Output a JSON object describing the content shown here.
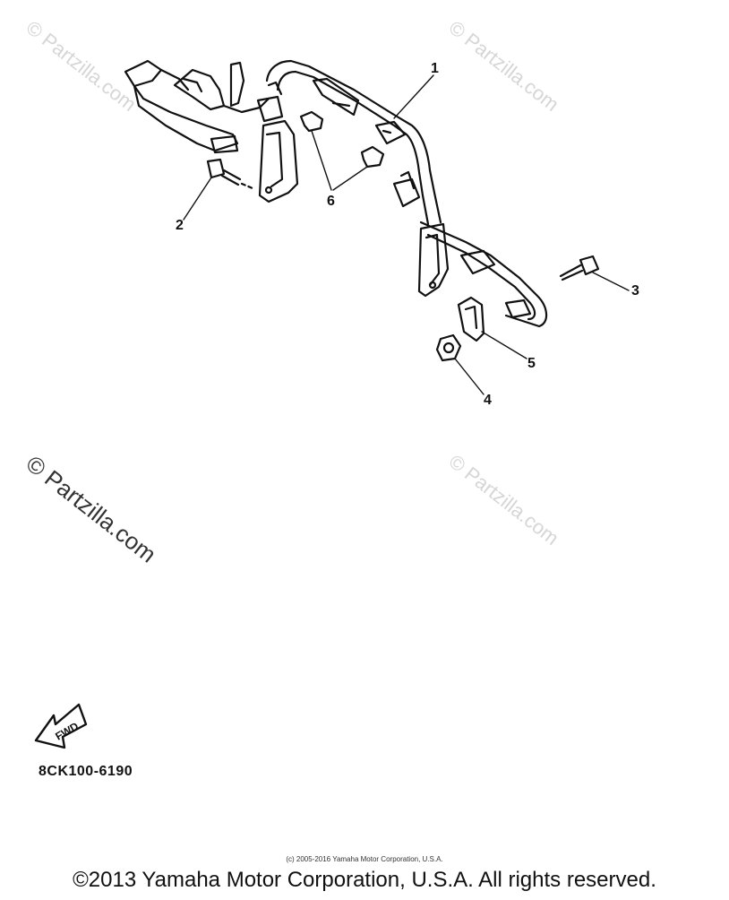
{
  "watermarks": {
    "top_left": "© Partzilla.com",
    "top_right": "© Partzilla.com",
    "mid_left": "© Partzilla.com",
    "mid_right": "© Partzilla.com"
  },
  "callouts": {
    "c1": "1",
    "c2": "2",
    "c3": "3",
    "c4": "4",
    "c5": "5",
    "c6": "6"
  },
  "fwd_label": "FWD",
  "diagram_code": "8CK100-6190",
  "copyright_small": "(c) 2005-2016 Yamaha Motor Corporation, U.S.A.",
  "copyright_main": "©2013 Yamaha Motor Corporation, U.S.A. All rights reserved.",
  "colors": {
    "line": "#111111",
    "watermark": "#d6d6d6"
  }
}
